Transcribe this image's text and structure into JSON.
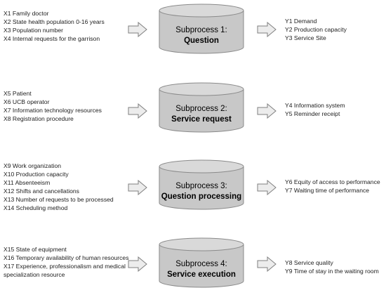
{
  "stages": [
    {
      "inputs": [
        "X1 Family doctor",
        "X2 State health population 0-16 years",
        "X3 Population number",
        "X4 Internal requests for the garrison"
      ],
      "title": "Subprocess 1:",
      "name": "Question",
      "outputs": [
        "Y1 Demand",
        "Y2 Production capacity",
        "Y3 Service Site"
      ]
    },
    {
      "inputs": [
        "X5 Patient",
        "X6 UCB operator",
        "X7 Information technology resources",
        "X8 Registration procedure"
      ],
      "title": "Subprocess 2:",
      "name": "Service request",
      "outputs": [
        "Y4 Information system",
        "Y5 Reminder receipt"
      ]
    },
    {
      "inputs": [
        "X9 Work organization",
        "X10 Production capacity",
        "X11 Absenteeism",
        "X12 Shifts and cancellations",
        "X13 Number of requests to be processed",
        "X14 Scheduling method"
      ],
      "title": "Subprocess 3:",
      "name": "Question processing",
      "outputs": [
        "Y6 Equity of access to performance",
        "Y7 Waiting time of performance"
      ]
    },
    {
      "inputs": [
        "X15 State of equipment",
        "X16 Temporary availability of human resources",
        "X17 Experience, professionalism and medical specialization resource"
      ],
      "title": "Subprocess 4:",
      "name": "Service execution",
      "outputs": [
        "Y8 Service quality",
        "Y9 Time of stay in the waiting room"
      ]
    }
  ],
  "colors": {
    "cylinder_fill": "#c8c8c8",
    "cylinder_top": "#d9d9d9",
    "cylinder_stroke": "#8a8a8a",
    "arrow_fill": "#ececec",
    "arrow_stroke": "#7f7f7f"
  }
}
